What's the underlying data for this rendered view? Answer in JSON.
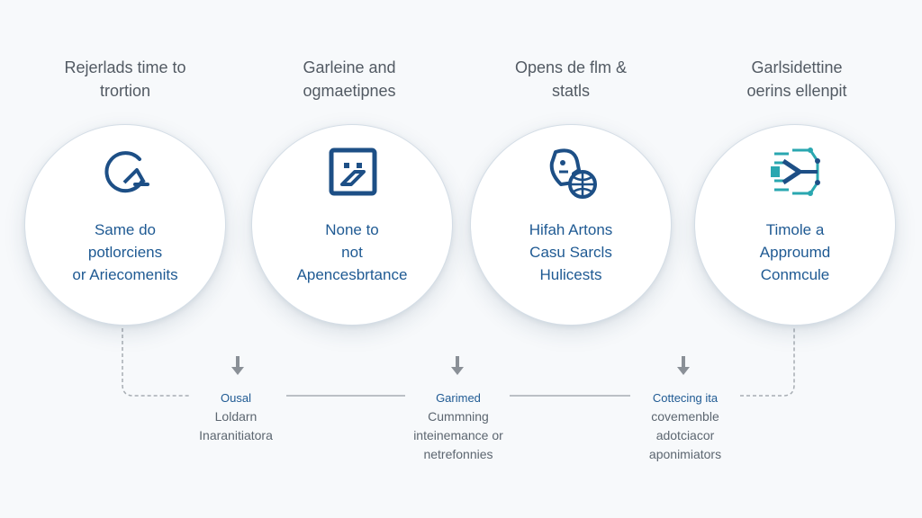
{
  "columns": [
    {
      "heading": [
        "Rejerlads time to",
        "trortion"
      ],
      "label": [
        "Same do",
        "potlorciens",
        "or Ariecomenits"
      ],
      "icon": "circular-arrow-icon"
    },
    {
      "heading": [
        "Garleine and",
        "ogmaetipnes"
      ],
      "label": [
        "None to",
        "not",
        "Apencesbrtance"
      ],
      "icon": "document-square-icon"
    },
    {
      "heading": [
        "Opens de flm &",
        "statls"
      ],
      "label": [
        "Hifah Artons",
        "Casu Sarcls",
        "Hulicests"
      ],
      "icon": "profile-globe-icon"
    },
    {
      "heading": [
        "Garlsidettine",
        "oerins ellenpit"
      ],
      "label": [
        "Timole a",
        "Approumd",
        "Conmcule"
      ],
      "icon": "network-arrow-icon"
    }
  ],
  "notes": [
    [
      "Ousal",
      "Loldarn",
      "Inaranitiatora"
    ],
    [
      "Garimed",
      "Cummning",
      "inteinemance or",
      "netrefonnies"
    ],
    [
      "Cottecing ita",
      "covemenble",
      "adotciacor",
      "aponimiators"
    ]
  ],
  "colors": {
    "accent_blue": "#1f5a93",
    "icon_dark_blue": "#1d4f86",
    "icon_teal": "#2aa7b0",
    "connector_gray": "#a7adb3"
  }
}
